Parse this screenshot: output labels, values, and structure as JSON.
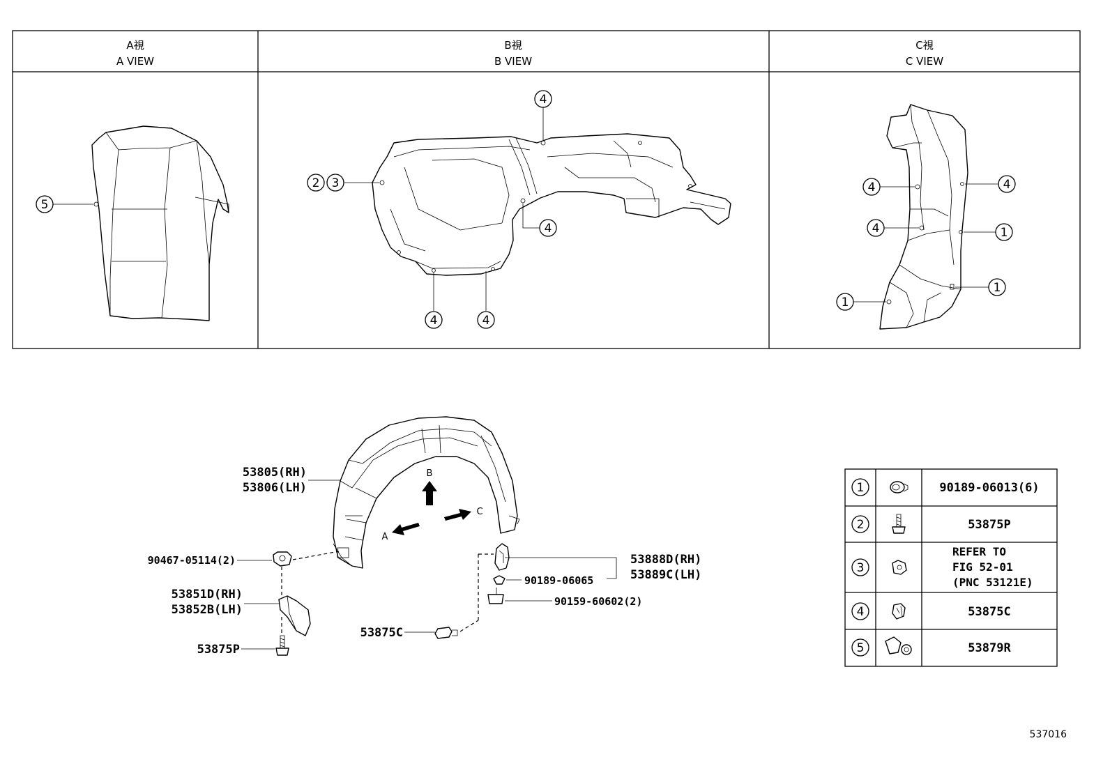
{
  "views": {
    "a": {
      "title_jp": "A視",
      "title_en": "A VIEW"
    },
    "b": {
      "title_jp": "B視",
      "title_en": "B VIEW"
    },
    "c": {
      "title_jp": "C視",
      "title_en": "C VIEW"
    }
  },
  "callouts": {
    "one": "1",
    "two": "2",
    "three": "3",
    "four": "4",
    "five": "5"
  },
  "parts": {
    "liner_rh": "53805(RH)",
    "liner_lh": "53806(LH)",
    "nut": "90467-05114(2)",
    "bracket_rh": "53851D(RH)",
    "bracket_lh": "53852B(LH)",
    "screw_left": "53875P",
    "seal_rh": "53888D(RH)",
    "seal_lh": "53889C(LH)",
    "clip_small": "90189-06065",
    "bolt": "90159-60602(2)",
    "clip_bottom": "53875C"
  },
  "arrows": {
    "a": "A",
    "b": "B",
    "c": "C"
  },
  "legend": [
    {
      "num": "1",
      "icon": "push-clip-icon",
      "text": "90189-06013(6)"
    },
    {
      "num": "2",
      "icon": "screw-icon",
      "text": "53875P"
    },
    {
      "num": "3",
      "icon": "clip-nut-icon",
      "lines": [
        "REFER TO",
        "FIG 52-01",
        "(PNC 53121E)"
      ]
    },
    {
      "num": "4",
      "icon": "rivet-clip-icon",
      "text": "53875C"
    },
    {
      "num": "5",
      "icon": "clip-screw-icon",
      "text": "53879R"
    }
  ],
  "figure_number": "537016"
}
